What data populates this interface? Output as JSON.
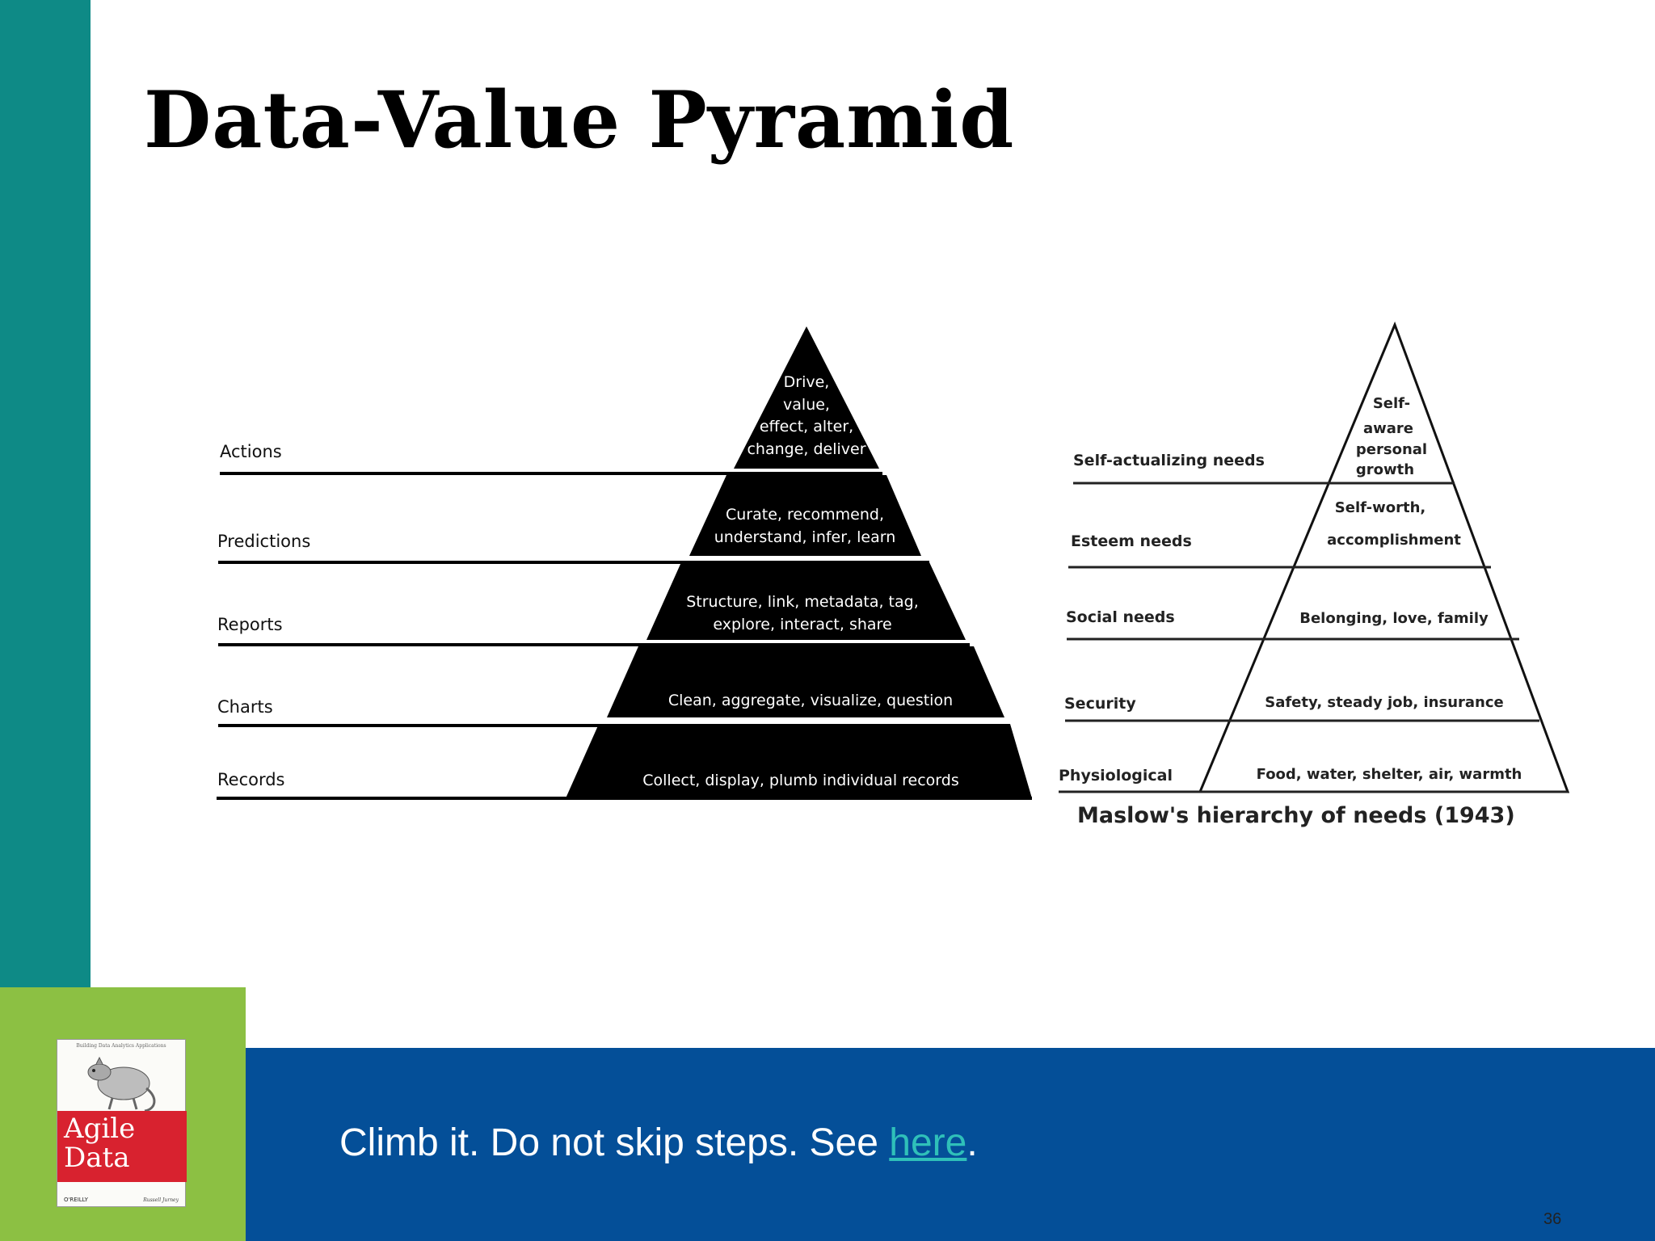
{
  "slide": {
    "title": "Data-Value Pyramid",
    "footer_text": "Climb it.  Do not skip steps.  See ",
    "footer_link": "here",
    "footer_end": ".",
    "page_number": "36"
  },
  "data_pyramid": {
    "levels": [
      {
        "label": "Actions",
        "lines": [
          "Drive,",
          "value,",
          "effect, alter,",
          "change, deliver"
        ]
      },
      {
        "label": "Predictions",
        "lines": [
          "Curate, recommend,",
          "understand, infer, learn"
        ]
      },
      {
        "label": "Reports",
        "lines": [
          "Structure, link, metadata, tag,",
          "explore, interact, share"
        ]
      },
      {
        "label": "Charts",
        "lines": [
          "Clean, aggregate, visualize, question"
        ]
      },
      {
        "label": "Records",
        "lines": [
          "Collect, display, plumb individual records"
        ]
      }
    ]
  },
  "maslow": {
    "caption": "Maslow's hierarchy of needs (1943)",
    "levels": [
      {
        "label": "Self-actualizing needs",
        "lines": [
          "Self-",
          "aware",
          "personal",
          "growth"
        ]
      },
      {
        "label": "Esteem needs",
        "lines": [
          "Self-worth,",
          "accomplishment"
        ]
      },
      {
        "label": "Social needs",
        "lines": [
          "Belonging, love, family"
        ]
      },
      {
        "label": "Security",
        "lines": [
          "Safety, steady job, insurance"
        ]
      },
      {
        "label": "Physiological",
        "lines": [
          "Food, water, shelter, air, warmth"
        ]
      }
    ]
  },
  "book": {
    "subtitle": "Building Data Analytics Applications",
    "title_line1": "Agile",
    "title_line2": "Data",
    "publisher": "O'REILLY",
    "author": "Russell Jurney"
  },
  "colors": {
    "teal": "#0e8a86",
    "green": "#8cc043",
    "blue": "#044f98",
    "link": "#2fc0b9",
    "book_red": "#d8222f"
  }
}
